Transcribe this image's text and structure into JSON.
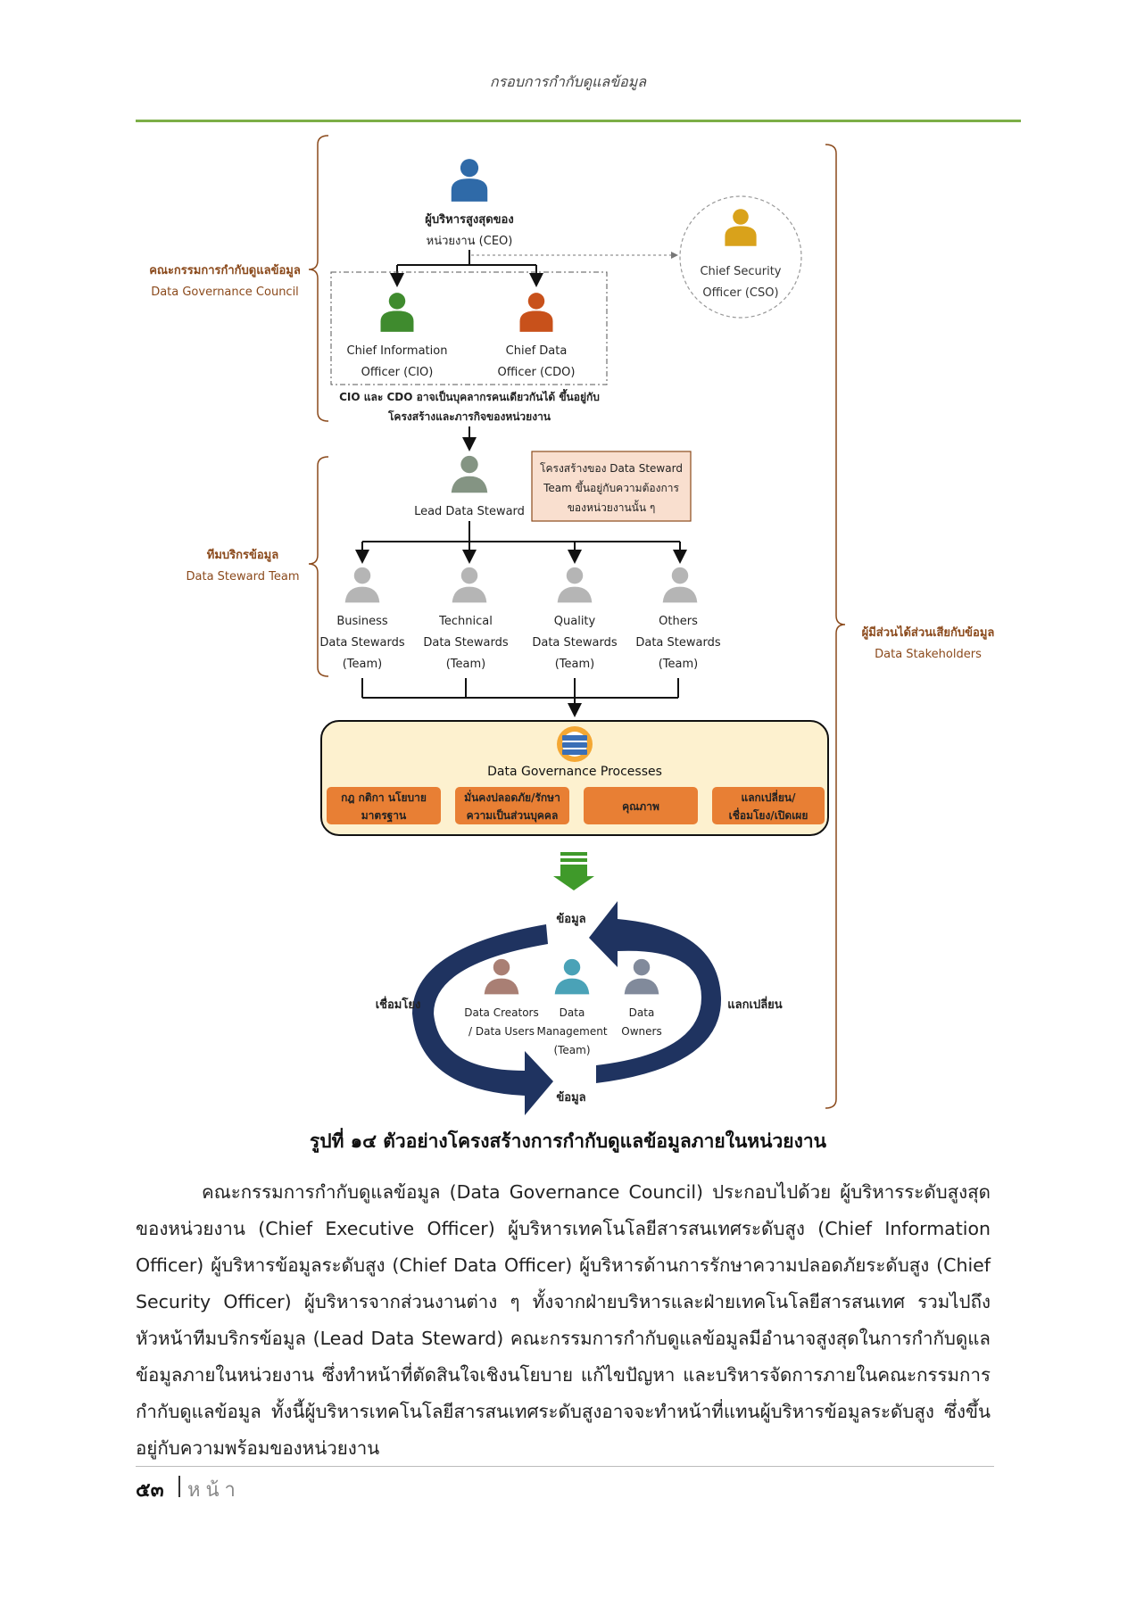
{
  "header": {
    "title": "กรอบการกำกับดูแลข้อมูล"
  },
  "colors": {
    "accent_green": "#7cae47",
    "label_brown": "#8b4a1c",
    "orange": "#e87f34",
    "navy": "#1f3360"
  },
  "diagram": {
    "council_label_th": "คณะกรรมการกำกับดูแลข้อมูล",
    "council_label_en": "Data Governance Council",
    "team_label_th": "ทีมบริกรข้อมูล",
    "team_label_en": "Data Steward Team",
    "stakeholders_label_th": "ผู้มีส่วนได้ส่วนเสียกับข้อมูล",
    "stakeholders_label_en": "Data Stakeholders",
    "ceo_line1": "ผู้บริหารสูงสุดของ",
    "ceo_line2": "หน่วยงาน (CEO)",
    "cso_line1": "Chief Security",
    "cso_line2": "Officer (CSO)",
    "cio_line1": "Chief Information",
    "cio_line2": "Officer (CIO)",
    "cdo_line1": "Chief Data",
    "cdo_line2": "Officer (CDO)",
    "cio_cdo_note_line1": "CIO และ CDO อาจเป็นบุคลากรคนเดียวกันได้ ขึ้นอยู่กับ",
    "cio_cdo_note_line2": "โครงสร้างและภารกิจของหน่วยงาน",
    "lead_steward": "Lead Data Steward",
    "steward_note_line1": "โครงสร้างของ Data Steward",
    "steward_note_line2": "Team ขึ้นอยู่กับความต้องการ",
    "steward_note_line3": "ของหน่วยงานนั้น ๆ",
    "stewards": [
      {
        "line1": "Business",
        "line2": "Data Stewards",
        "line3": "(Team)"
      },
      {
        "line1": "Technical",
        "line2": "Data Stewards",
        "line3": "(Team)"
      },
      {
        "line1": "Quality",
        "line2": "Data Stewards",
        "line3": "(Team)"
      },
      {
        "line1": "Others",
        "line2": "Data Stewards",
        "line3": "(Team)"
      }
    ],
    "processes_title": "Data Governance Processes",
    "processes": [
      {
        "line1": "กฎ กติกา นโยบาย",
        "line2": "มาตรฐาน"
      },
      {
        "line1": "มั่นคงปลอดภัย/รักษา",
        "line2": "ความเป็นส่วนบุคคล"
      },
      {
        "line1": "คุณภาพ",
        "line2": ""
      },
      {
        "line1": "แลกเปลี่ยน/",
        "line2": "เชื่อมโยง/เปิดเผย"
      }
    ],
    "cycle_top": "ข้อมูล",
    "cycle_bottom": "ข้อมูล",
    "cycle_left": "เชื่อมโยง",
    "cycle_right": "แลกเปลี่ยน",
    "roles": [
      {
        "line1": "Data Creators",
        "line2": "/ Data Users",
        "line3": ""
      },
      {
        "line1": "Data",
        "line2": "Management",
        "line3": "(Team)"
      },
      {
        "line1": "Data",
        "line2": "Owners",
        "line3": ""
      }
    ]
  },
  "caption": "รูปที่ ๑๔ ตัวอย่างโครงสร้างการกำกับดูแลข้อมูลภายในหน่วยงาน",
  "body": "คณะกรรมการกำกับดูแลข้อมูล (Data Governance Council) ประกอบไปด้วย ผู้บริหารระดับสูงสุดของหน่วยงาน (Chief Executive Officer) ผู้บริหารเทคโนโลยีสารสนเทศระดับสูง (Chief Information Officer) ผู้บริหารข้อมูลระดับสูง (Chief Data Officer) ผู้บริหารด้านการรักษาความปลอดภัยระดับสูง (Chief Security Officer) ผู้บริหารจากส่วนงานต่าง ๆ ทั้งจากฝ่ายบริหารและฝ่ายเทคโนโลยีสารสนเทศ รวมไปถึงหัวหน้าทีมบริกรข้อมูล (Lead Data Steward) คณะกรรมการกำกับดูแลข้อมูลมีอำนาจสูงสุดในการกำกับดูแลข้อมูลภายในหน่วยงาน ซึ่งทำหน้าที่ตัดสินใจเชิงนโยบาย แก้ไขปัญหา และบริหารจัดการภายในคณะกรรมการกำกับดูแลข้อมูล ทั้งนี้ผู้บริหารเทคโนโลยีสารสนเทศระดับสูงอาจจะทำหน้าที่แทนผู้บริหารข้อมูลระดับสูง ซึ่งขึ้นอยู่กับความพร้อมของหน่วยงาน",
  "footer": {
    "page_number": "๕๓",
    "page_word": "หน้า"
  }
}
